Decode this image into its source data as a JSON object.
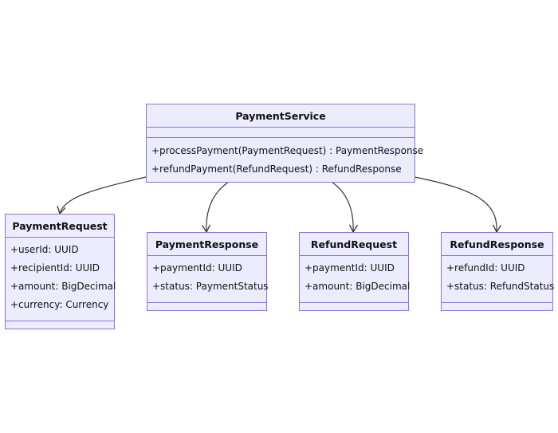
{
  "classes": [
    {
      "id": "payment-service",
      "name": "PaymentService",
      "attributes": [],
      "methods": [
        "+processPayment(PaymentRequest) : PaymentResponse",
        "+refundPayment(RefundRequest) : RefundResponse"
      ]
    },
    {
      "id": "payment-request",
      "name": "PaymentRequest",
      "attributes": [
        "+userId: UUID",
        "+recipientId: UUID",
        "+amount: BigDecimal",
        "+currency: Currency"
      ],
      "methods": []
    },
    {
      "id": "payment-response",
      "name": "PaymentResponse",
      "attributes": [
        "+paymentId: UUID",
        "+status: PaymentStatus"
      ],
      "methods": []
    },
    {
      "id": "refund-request",
      "name": "RefundRequest",
      "attributes": [
        "+paymentId: UUID",
        "+amount: BigDecimal"
      ],
      "methods": []
    },
    {
      "id": "refund-response",
      "name": "RefundResponse",
      "attributes": [
        "+refundId: UUID",
        "+status: RefundStatus"
      ],
      "methods": []
    }
  ],
  "relations": [
    {
      "from": "PaymentService",
      "to": "PaymentRequest"
    },
    {
      "from": "PaymentService",
      "to": "PaymentResponse"
    },
    {
      "from": "PaymentService",
      "to": "RefundRequest"
    },
    {
      "from": "PaymentService",
      "to": "RefundResponse"
    }
  ],
  "colors": {
    "box_fill": "#ececff",
    "box_border": "#9370db",
    "edge": "#333333",
    "text": "#111111"
  }
}
